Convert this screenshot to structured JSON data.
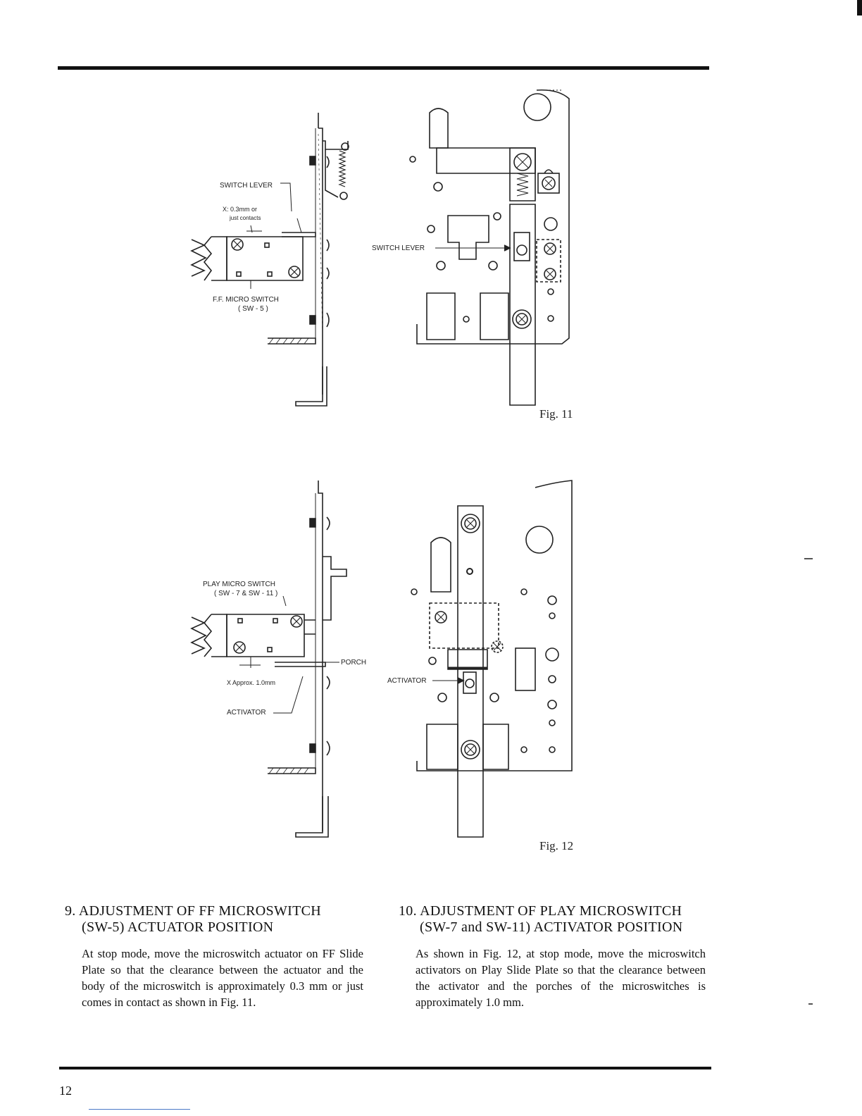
{
  "figures": {
    "fig11": {
      "caption": "Fig. 11",
      "labels": {
        "switch_lever_left": "SWITCH LEVER",
        "clearance_line1": "X: 0.3mm or",
        "clearance_line2": "just contacts",
        "micro_switch_line1": "F.F. MICRO SWITCH",
        "micro_switch_line2": "( SW - 5 )",
        "switch_lever_right": "SWITCH LEVER"
      }
    },
    "fig12": {
      "caption": "Fig. 12",
      "labels": {
        "play_switch_line1": "PLAY MICRO SWITCH",
        "play_switch_line2": "( SW - 7 & SW - 11 )",
        "porch": "PORCH",
        "approx_clearance": "X Approx. 1.0mm",
        "activator_left": "ACTIVATOR",
        "activator_right": "ACTIVATOR"
      }
    }
  },
  "sections": [
    {
      "number": "9.",
      "title_line1": "ADJUSTMENT OF FF MICROSWITCH",
      "title_line2": "(SW-5) ACTUATOR POSITION",
      "body": "At stop mode, move the microswitch actuator on FF Slide Plate so that the clearance between the actuator and the body of the microswitch is approximately 0.3 mm or just comes in contact as shown in Fig. 11."
    },
    {
      "number": "10.",
      "title_line1": "ADJUSTMENT OF PLAY MICROSWITCH",
      "title_line2": "(SW-7 and SW-11) ACTIVATOR POSITION",
      "body": "As shown in Fig. 12, at stop mode, move the microswitch activators on Play Slide Plate so that the clearance between the activator and the porches of the microswitches is approximately 1.0 mm."
    }
  ],
  "page_number": "12"
}
